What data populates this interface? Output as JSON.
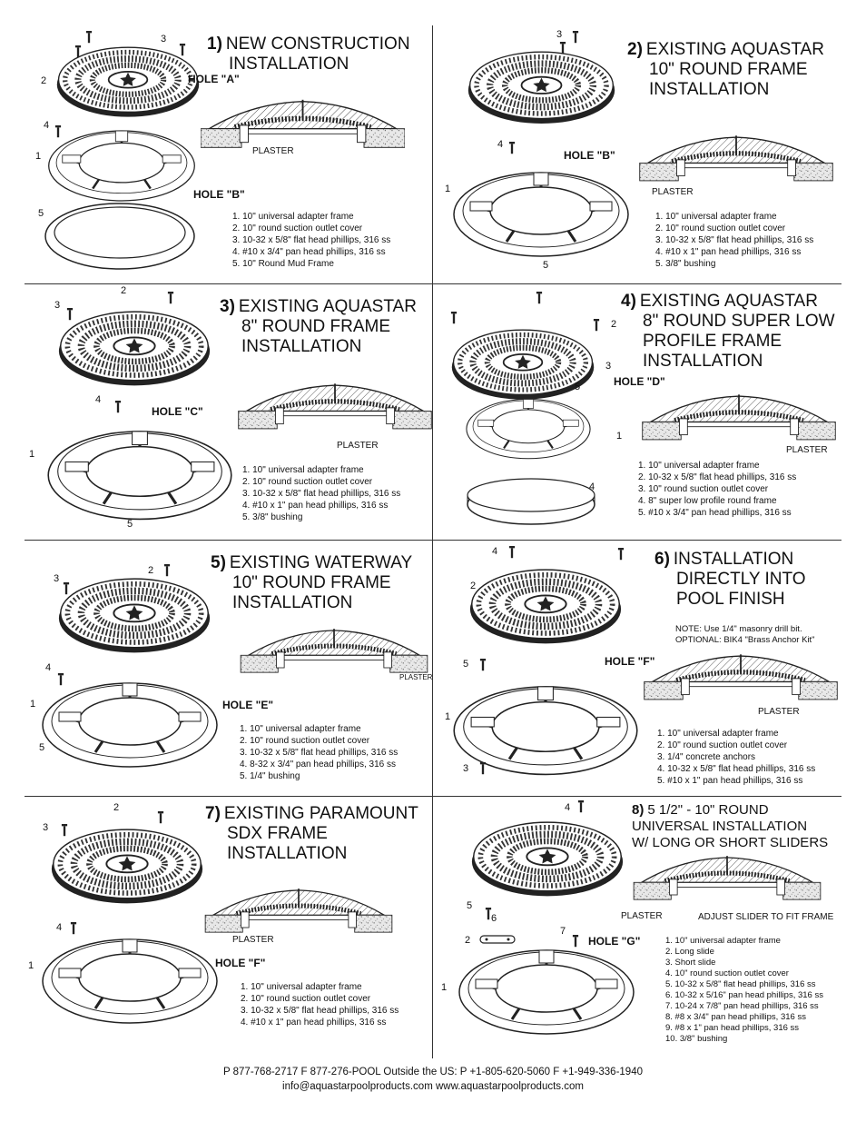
{
  "panels": [
    {
      "num": "1)",
      "title": [
        "NEW CONSTRUCTION",
        "INSTALLATION"
      ],
      "hole": "HOLE \"A\"",
      "hole2": "HOLE \"B\"",
      "plaster": "PLASTER",
      "callouts": [
        "3",
        "2",
        "4",
        "1",
        "5"
      ],
      "parts": [
        "1. 10\" universal adapter frame",
        "2. 10\" round suction outlet cover",
        "3. 10-32 x 5/8\" flat head phillips, 316 ss",
        "4. #10 x 3/4\" pan head phillips, 316 ss",
        "5. 10\" Round Mud Frame"
      ]
    },
    {
      "num": "2)",
      "title": [
        "EXISTING AQUASTAR",
        "10\" ROUND FRAME",
        "INSTALLATION"
      ],
      "hole": "HOLE \"B\"",
      "plaster": "PLASTER",
      "callouts": [
        "3",
        "4",
        "1",
        "5"
      ],
      "parts": [
        "1. 10\" universal adapter frame",
        "2. 10\" round suction outlet cover",
        "3. 10-32 x 5/8\" flat head phillips, 316 ss",
        "4. #10 x 1\" pan head phillips, 316 ss",
        "5. 3/8\" bushing"
      ]
    },
    {
      "num": "3)",
      "title": [
        "EXISTING AQUASTAR",
        "8\" ROUND FRAME",
        "INSTALLATION"
      ],
      "hole": "HOLE \"C\"",
      "plaster": "PLASTER",
      "callouts": [
        "2",
        "3",
        "4",
        "1",
        "5"
      ],
      "parts": [
        "1. 10\" universal adapter frame",
        "2. 10\" round suction outlet cover",
        "3. 10-32 x 5/8\" flat head phillips, 316 ss",
        "4. #10 x 1\" pan head phillips, 316 ss",
        "5. 3/8\" bushing"
      ]
    },
    {
      "num": "4)",
      "title": [
        "EXISTING AQUASTAR",
        "8\" ROUND SUPER LOW",
        "PROFILE FRAME",
        "INSTALLATION"
      ],
      "hole": "HOLE \"D\"",
      "plaster": "PLASTER",
      "callouts": [
        "2",
        "3",
        "5",
        "1",
        "4"
      ],
      "parts": [
        "1. 10\" universal adapter frame",
        "2. 10-32 x 5/8\" flat head phillips, 316 ss",
        "3. 10\" round suction outlet cover",
        "4. 8\" super low profile round frame",
        "5. #10 x 3/4\" pan head phillips, 316 ss"
      ]
    },
    {
      "num": "5)",
      "title": [
        "EXISTING WATERWAY",
        "10\" ROUND FRAME",
        "INSTALLATION"
      ],
      "hole": "HOLE \"E\"",
      "plaster": "PLASTER",
      "callouts": [
        "3",
        "2",
        "4",
        "1",
        "5"
      ],
      "parts": [
        "1. 10\" universal adapter frame",
        "2. 10\" round suction outlet cover",
        "3. 10-32 x 5/8\" flat head phillips, 316 ss",
        "4. 8-32 x 3/4\" pan head phillips, 316 ss",
        "5. 1/4\" bushing"
      ]
    },
    {
      "num": "6)",
      "title": [
        "INSTALLATION",
        "DIRECTLY INTO",
        "POOL FINISH"
      ],
      "hole": "HOLE \"F\"",
      "plaster": "PLASTER",
      "note": [
        "NOTE: Use 1/4\" masonry drill bit.",
        "OPTIONAL: BIK4 \"Brass Anchor Kit\""
      ],
      "callouts": [
        "4",
        "2",
        "5",
        "1",
        "3"
      ],
      "parts": [
        "1. 10\" universal adapter frame",
        "2. 10\" round suction outlet cover",
        "3. 1/4\" concrete anchors",
        "4. 10-32 x 5/8\" flat head phillips, 316 ss",
        "5. #10 x 1\" pan head phillips, 316 ss"
      ]
    },
    {
      "num": "7)",
      "title": [
        "EXISTING PARAMOUNT",
        "SDX FRAME",
        "INSTALLATION"
      ],
      "hole": "HOLE \"F\"",
      "plaster": "PLASTER",
      "callouts": [
        "2",
        "3",
        "4",
        "1"
      ],
      "parts": [
        "1. 10\" universal adapter frame",
        "2. 10\" round suction outlet cover",
        "3. 10-32 x 5/8\" flat head phillips, 316 ss",
        "4. #10 x 1\" pan head phillips, 316 ss"
      ]
    },
    {
      "num": "8)",
      "title": [
        "5 1/2\" - 10\" ROUND",
        "UNIVERSAL INSTALLATION",
        "W/ LONG OR SHORT SLIDERS"
      ],
      "hole": "HOLE \"G\"",
      "plaster": "PLASTER",
      "slider_note": "ADJUST SLIDER TO FIT FRAME",
      "callouts": [
        "4",
        "5",
        "6",
        "2",
        "7",
        "1"
      ],
      "parts": [
        "1. 10\" universal adapter frame",
        "2. Long slide",
        "3. Short slide",
        "4. 10\" round suction outlet cover",
        "5. 10-32 x 5/8\" flat head phillips, 316 ss",
        "6. 10-32 x 5/16\" pan head phillips, 316 ss",
        "7. 10-24 x 7/8\" pan head phillips, 316 ss",
        "8. #8 x 3/4\" pan head phillips, 316 ss",
        "9. #8 x 1\" pan head phillips, 316 ss",
        "10. 3/8\" bushing"
      ]
    }
  ],
  "footer": {
    "line1": "P 877-768-2717   F 877-276-POOL   Outside the US: P +1-805-620-5060   F +1-949-336-1940",
    "line2": "info@aquastarpoolproducts.com   www.aquastarpoolproducts.com"
  }
}
